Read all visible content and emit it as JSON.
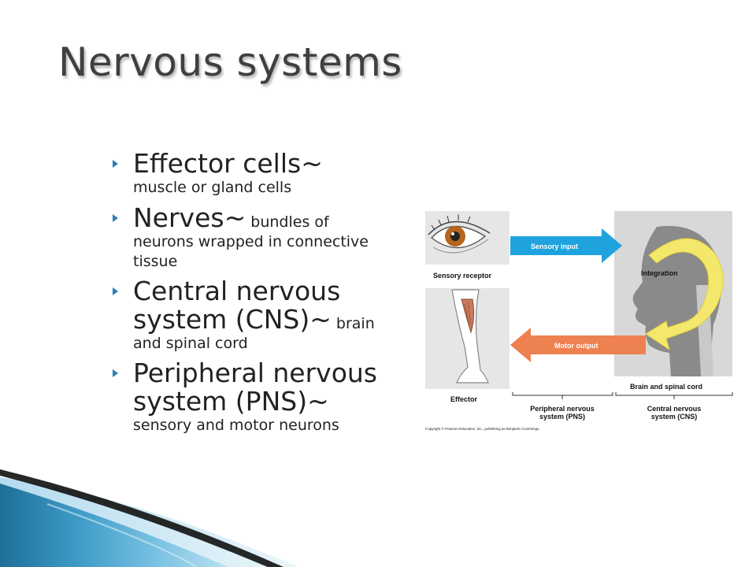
{
  "slide": {
    "title": "Nervous systems",
    "bullets": [
      {
        "head": "Effector cells~",
        "head_inline": "",
        "tail": "muscle or gland cells"
      },
      {
        "head": "Nerves~",
        "head_inline": " bundles of",
        "tail": "neurons wrapped in connective tissue"
      },
      {
        "head": "Central nervous system (CNS)~",
        "head_inline": " brain",
        "tail": "and spinal cord"
      },
      {
        "head": "Peripheral nervous system (PNS)~",
        "head_inline": "",
        "tail": "sensory and motor neurons"
      }
    ]
  },
  "figure": {
    "sensory_receptor": "Sensory receptor",
    "sensory_input": "Sensory input",
    "integration": "Integration",
    "motor_output": "Motor output",
    "effector": "Effector",
    "brain_spinal": "Brain and spinal cord",
    "pns_line1": "Peripheral nervous",
    "pns_line2": "system (PNS)",
    "cns_line1": "Central nervous",
    "cns_line2": "system (CNS)",
    "copyright": "Copyright © Pearson Education, Inc., publishing as Benjamin Cummings.",
    "colors": {
      "sensory_arrow": "#1fa3df",
      "motor_arrow": "#ee8150",
      "integration_loop": "#f4e86c",
      "panel_gray": "#dcdcdc",
      "head_gray": "#8a8a8a"
    }
  },
  "theme": {
    "accent": "#2b7fb8",
    "wave_dark": "#1d6f98",
    "wave_light": "#7cc3e3"
  }
}
